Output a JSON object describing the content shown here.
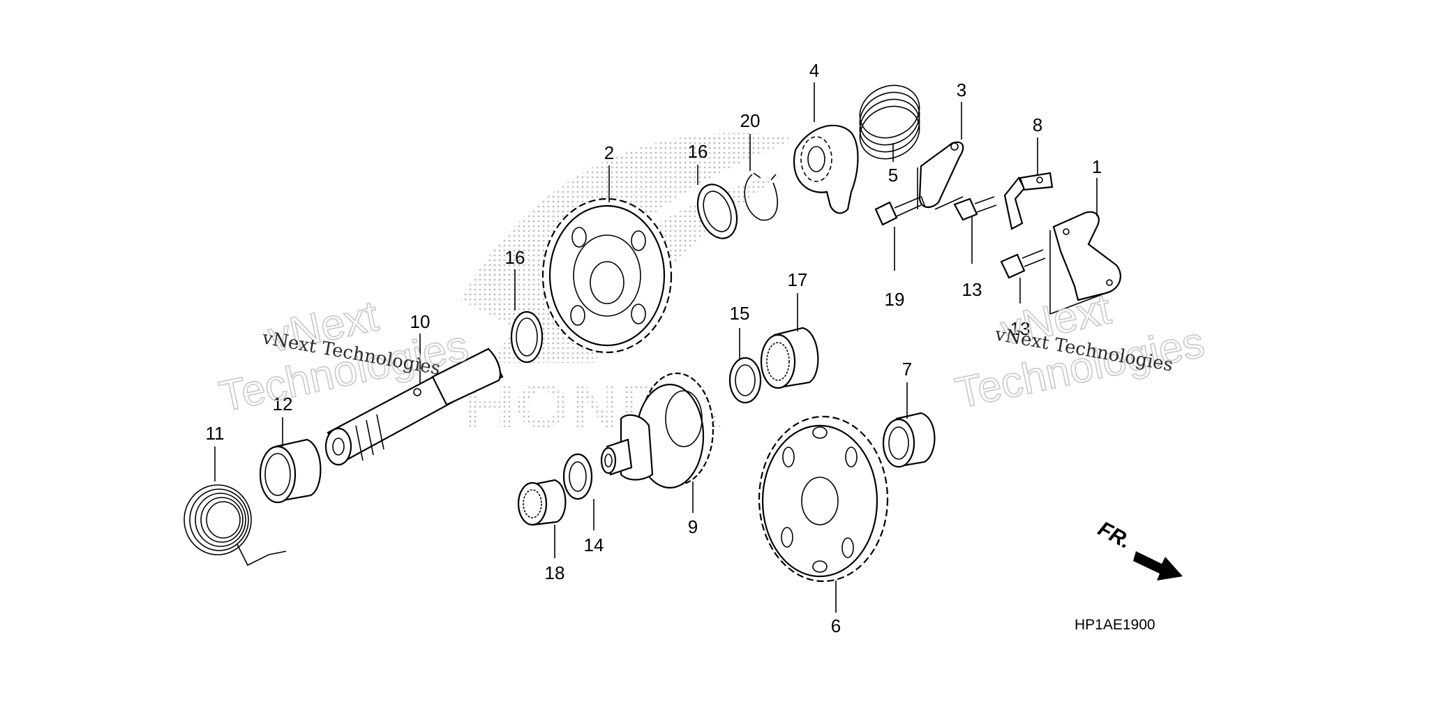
{
  "diagram": {
    "code": "HP1AE1900",
    "watermark": {
      "line1": "vNext Technologies",
      "line2": "vNext",
      "line3": "Technologies"
    },
    "background_logo_text": "HONDA",
    "fr_label": "FR.",
    "callouts": [
      "1",
      "2",
      "3",
      "4",
      "5",
      "6",
      "7",
      "8",
      "9",
      "10",
      "11",
      "12",
      "13",
      "13",
      "14",
      "15",
      "16",
      "16",
      "17",
      "18",
      "19",
      "20"
    ]
  },
  "colors": {
    "line": "#000000",
    "watermark": "#c8c8c8",
    "logo_dots": "#bdbdbd",
    "background": "#ffffff"
  },
  "icons": {
    "arrow": "fr-arrow-icon"
  }
}
